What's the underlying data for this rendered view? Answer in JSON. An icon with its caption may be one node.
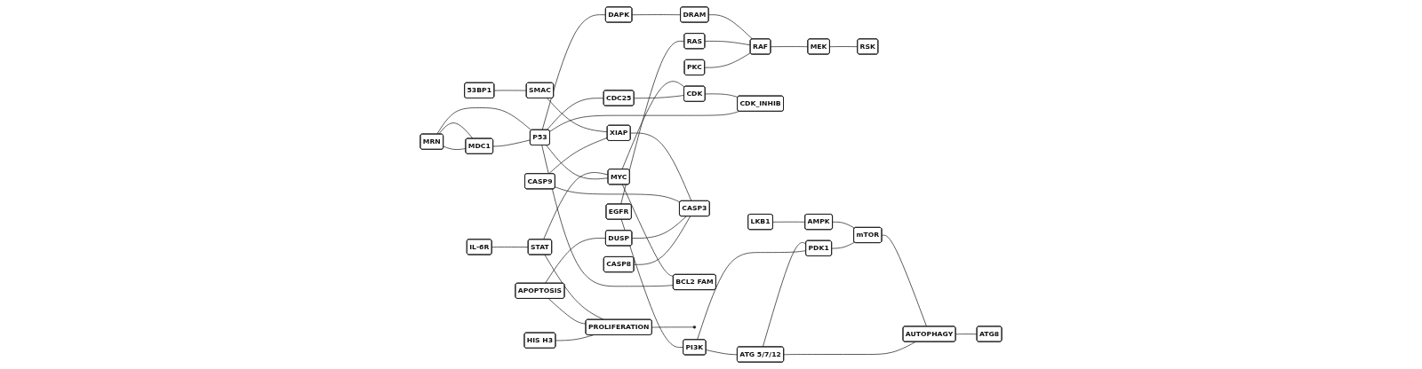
{
  "diagram": {
    "nodes": [
      {
        "text": [
          "53BP1"
        ]
      },
      {
        "text": [
          "MRN"
        ]
      },
      {
        "text": [
          "MDC1"
        ]
      },
      {
        "text": [
          "P53"
        ]
      },
      {
        "text": [
          "SMAC"
        ]
      },
      {
        "text": [
          "HIS H3"
        ]
      },
      {
        "text": [
          "DAPK"
        ]
      },
      {
        "text": [
          "CDC25"
        ]
      },
      {
        "text": [
          "PKC"
        ]
      },
      {
        "text": [
          "EGFR"
        ]
      },
      {
        "text": [
          "CASP8"
        ]
      },
      {
        "text": [
          "RSK"
        ]
      },
      {
        "text": [
          "CDK"
        ]
      },
      {
        "text": [
          "DRAM"
        ]
      },
      {
        "text": [
          "CASP9"
        ]
      },
      {
        "text": [
          "RAS"
        ]
      },
      {
        "text": [
          "PI3K"
        ]
      },
      {
        "text": [
          "ATG 5/7/12"
        ]
      },
      {
        "text": [
          "ATG8"
        ]
      },
      {
        "text": [
          "PROLIFERATION"
        ]
      },
      {
        "text": [
          "MYC"
        ]
      },
      {
        "text": [
          "IL-6R"
        ]
      },
      {
        "text": [
          "STAT"
        ]
      },
      {
        "text": [
          "CDK_INHIB"
        ]
      },
      {
        "text": [
          "PDK1"
        ]
      },
      {
        "text": [
          "XIAP"
        ]
      },
      {
        "text": [
          "CASP3"
        ]
      },
      {
        "text": [
          "MEK"
        ]
      },
      {
        "text": [
          "RAF"
        ]
      },
      {
        "text": [
          "mTOR"
        ]
      },
      {
        "text": [
          "DUSP"
        ]
      },
      {
        "text": [
          "AUTOPHAGY"
        ]
      },
      {
        "text": [
          "BCL2 FAM"
        ]
      },
      {
        "text": [
          "LKB1"
        ]
      },
      {
        "text": [
          "AMPK"
        ]
      },
      {
        "text": [
          "APOPTOSIS"
        ]
      },
      {
        "text": [],
        "shape": "circle"
      }
    ],
    "edges": [
      {
        "from": 0,
        "to": 4,
        "arrow": "none"
      },
      {
        "from": 1,
        "to": 2,
        "arrow": "none"
      },
      {
        "from": 2,
        "to": 1,
        "arrow": "none"
      },
      {
        "from": 2,
        "to": 3,
        "arrow": "none"
      },
      {
        "from": 1,
        "to": 3,
        "arrow": "none"
      },
      {
        "from": 5,
        "to": 19,
        "arrow": "none"
      },
      {
        "from": 10,
        "to": 26,
        "arrow": "none"
      },
      {
        "from": 35,
        "to": 30,
        "arrow": "none"
      },
      {
        "from": 30,
        "to": 26,
        "arrow": "none"
      },
      {
        "from": 35,
        "to": 19,
        "arrow": "none"
      },
      {
        "from": 21,
        "to": 22,
        "arrow": "none"
      },
      {
        "from": 14,
        "to": 25,
        "arrow": "none"
      },
      {
        "from": 4,
        "to": 25,
        "arrow": "none"
      },
      {
        "from": 14,
        "to": 26,
        "arrow": "none"
      },
      {
        "from": 3,
        "to": 7,
        "arrow": "none"
      },
      {
        "from": 3,
        "to": 6,
        "arrow": "none"
      },
      {
        "from": 3,
        "to": 20,
        "arrow": "none"
      },
      {
        "from": 3,
        "to": 23,
        "arrow": "none"
      },
      {
        "from": 3,
        "to": 32,
        "arrow": "none"
      },
      {
        "from": 7,
        "to": 12,
        "arrow": "none"
      },
      {
        "from": 8,
        "to": 28,
        "arrow": "none"
      },
      {
        "from": 6,
        "to": 13,
        "arrow": "none"
      },
      {
        "from": 9,
        "to": 15,
        "arrow": "none"
      },
      {
        "from": 9,
        "to": 16,
        "arrow": "none"
      },
      {
        "from": 15,
        "to": 28,
        "arrow": "none"
      },
      {
        "from": 28,
        "to": 27,
        "arrow": "none"
      },
      {
        "from": 27,
        "to": 11,
        "arrow": "none"
      },
      {
        "from": 16,
        "to": 24,
        "arrow": "none"
      },
      {
        "from": 24,
        "to": 29,
        "arrow": "none"
      },
      {
        "from": 33,
        "to": 34,
        "arrow": "none"
      },
      {
        "from": 34,
        "to": 29,
        "arrow": "none"
      },
      {
        "from": 20,
        "to": 32,
        "arrow": "none"
      },
      {
        "from": 17,
        "to": 31,
        "arrow": "none"
      },
      {
        "from": 31,
        "to": 18,
        "arrow": "none"
      },
      {
        "from": 17,
        "to": 24,
        "arrow": "none"
      },
      {
        "from": 16,
        "to": 17,
        "arrow": "none"
      },
      {
        "from": 13,
        "to": 28,
        "arrow": "none"
      },
      {
        "from": 12,
        "to": 23,
        "arrow": "none"
      },
      {
        "from": 19,
        "to": 36,
        "arrow": "none"
      },
      {
        "from": 22,
        "to": 20,
        "arrow": "none"
      },
      {
        "from": 29,
        "to": 31,
        "arrow": "none"
      },
      {
        "from": 25,
        "to": 26,
        "arrow": "none"
      },
      {
        "from": 20,
        "to": 12,
        "arrow": "none"
      },
      {
        "from": 22,
        "to": 19,
        "arrow": "none"
      }
    ]
  }
}
